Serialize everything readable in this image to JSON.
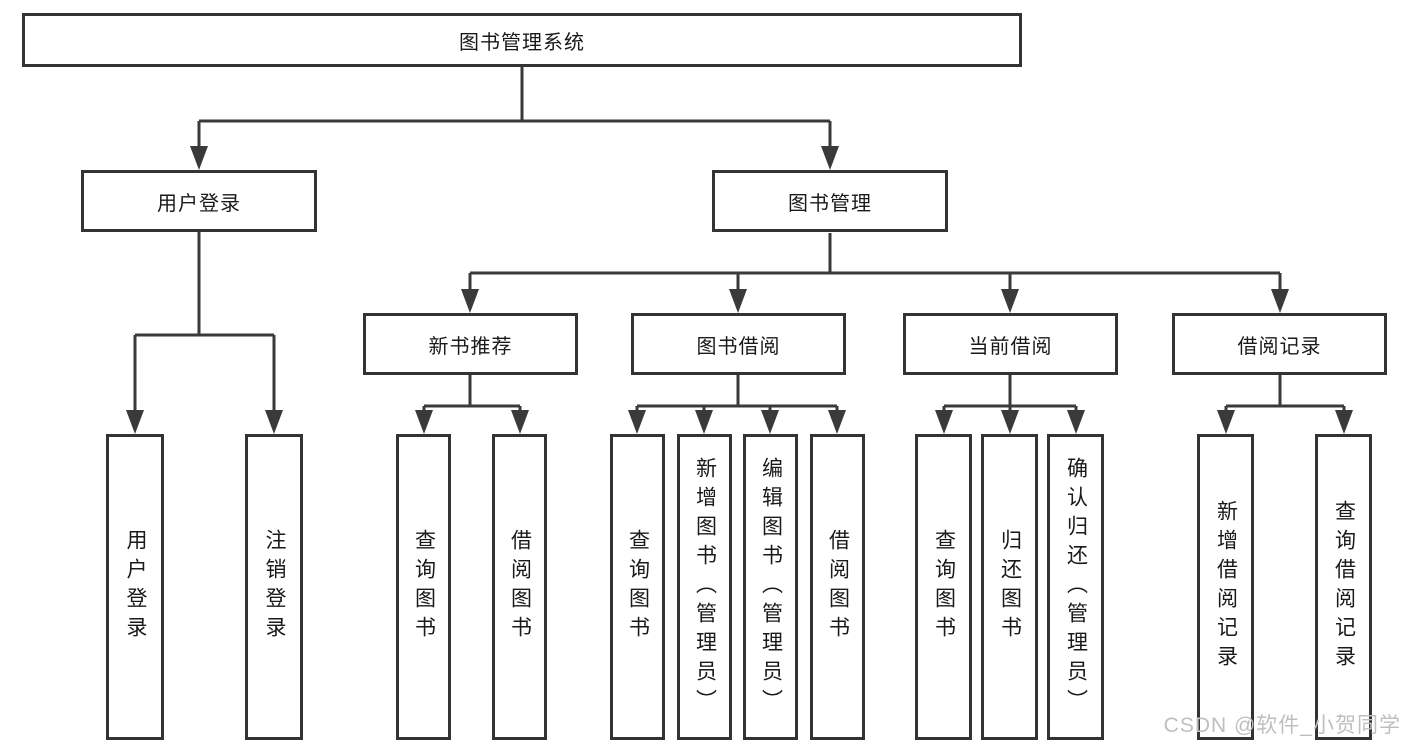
{
  "page": {
    "watermark": "CSDN @软件_小贺同学"
  },
  "colors": {
    "background": "#ffffff",
    "line": "#3a3a3a",
    "box_border": "#333333",
    "text": "#1a1a1a",
    "watermark_text": "#bfbfbf"
  },
  "nodes": {
    "root": "图书管理系统",
    "level2": [
      "用户登录",
      "图书管理"
    ],
    "level3": [
      "新书推荐",
      "图书借阅",
      "当前借阅",
      "借阅记录"
    ],
    "leaves": {
      "user_login": [
        "用户登录",
        "注销登录"
      ],
      "new_book_recommend": [
        "查询图书",
        "借阅图书"
      ],
      "book_borrowing": [
        "查询图书",
        "新增图书（管理员）",
        "编辑图书（管理员）",
        "借阅图书"
      ],
      "current_borrowing": [
        "查询图书",
        "归还图书",
        "确认归还（管理员）"
      ],
      "borrowing_records": [
        "新增借阅记录",
        "查询借阅记录"
      ]
    }
  }
}
